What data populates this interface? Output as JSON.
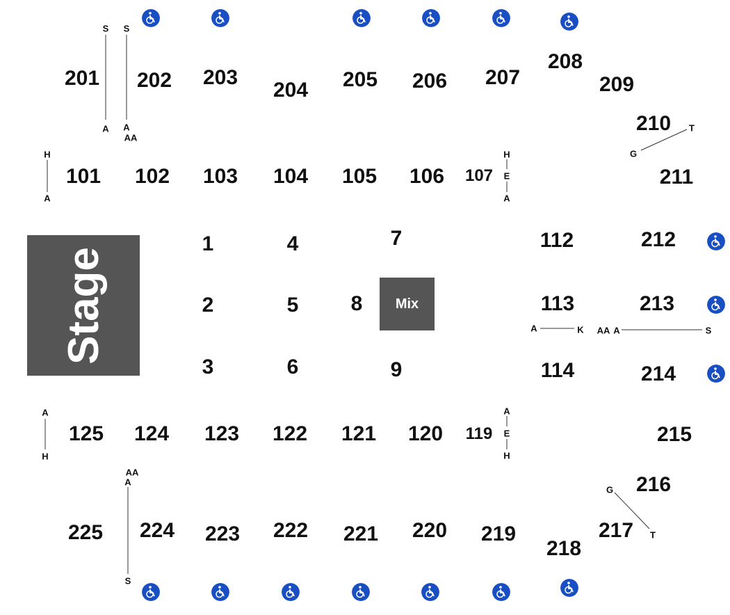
{
  "stage_label": "Stage",
  "mix_label": "Mix",
  "accessible_icon": "wheelchair-icon",
  "accessible_color": "#1a4fc4",
  "booth_color": "#555555",
  "sections": {
    "s201": "201",
    "s202": "202",
    "s203": "203",
    "s204": "204",
    "s205": "205",
    "s206": "206",
    "s207": "207",
    "s208": "208",
    "s209": "209",
    "s210": "210",
    "s211": "211",
    "s212": "212",
    "s213": "213",
    "s214": "214",
    "s215": "215",
    "s216": "216",
    "s217": "217",
    "s218": "218",
    "s219": "219",
    "s220": "220",
    "s221": "221",
    "s222": "222",
    "s223": "223",
    "s224": "224",
    "s225": "225",
    "s101": "101",
    "s102": "102",
    "s103": "103",
    "s104": "104",
    "s105": "105",
    "s106": "106",
    "s107": "107",
    "s112": "112",
    "s113": "113",
    "s114": "114",
    "s119": "119",
    "s120": "120",
    "s121": "121",
    "s122": "122",
    "s123": "123",
    "s124": "124",
    "s125": "125",
    "f1": "1",
    "f2": "2",
    "f3": "3",
    "f4": "4",
    "f5": "5",
    "f6": "6",
    "f7": "7",
    "f8": "8",
    "f9": "9"
  },
  "rows": {
    "s201_top": "S",
    "s201_bot": "A",
    "s202_top": "S",
    "s202_bot_a": "A",
    "s202_bot_aa": "AA",
    "s101_top": "H",
    "s101_bot": "A",
    "s107_h": "H",
    "s107_e": "E",
    "s107_a": "A",
    "s210_t": "T",
    "s210_g": "G",
    "s113_a": "A",
    "s113_k": "K",
    "s213_aa": "AA",
    "s213_a": "A",
    "s213_s": "S",
    "s125_top": "A",
    "s125_bot": "H",
    "s119_a": "A",
    "s119_e": "E",
    "s119_h": "H",
    "s224_aa": "AA",
    "s224_a": "A",
    "s224_s": "S",
    "s216_g": "G",
    "s217_t": "T"
  }
}
